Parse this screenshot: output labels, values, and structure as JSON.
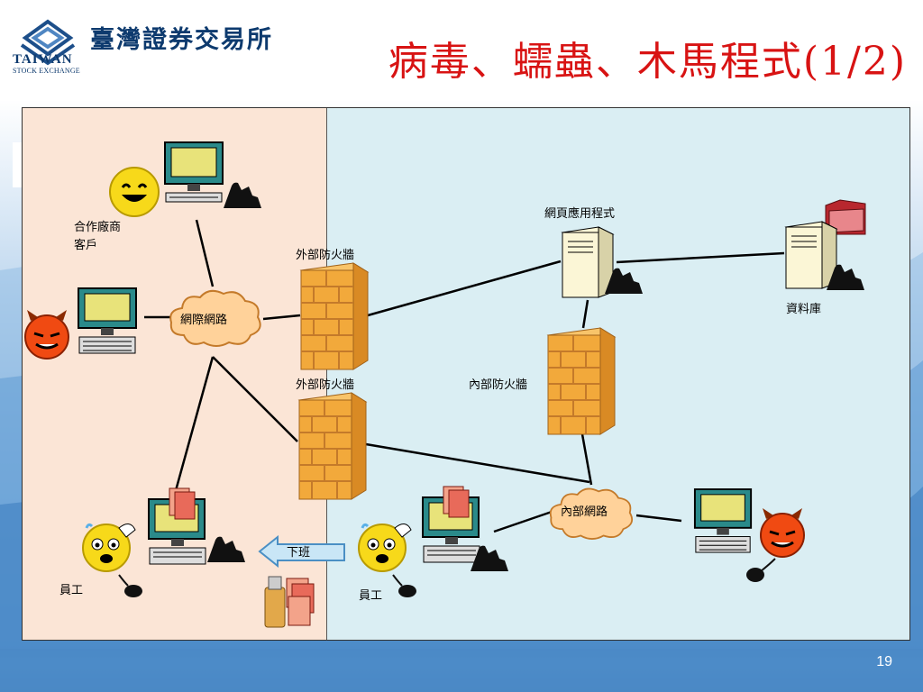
{
  "header": {
    "org_name": "臺灣證券交易所",
    "logo_main": "TAIWAN",
    "logo_sub": "STOCK EXCHANGE",
    "title": "病毒、蠕蟲、木馬程式(1/2)"
  },
  "labels": {
    "partner": "合作廠商",
    "customer": "客戶",
    "internet": "網際網路",
    "ext_fw_top": "外部防火牆",
    "ext_fw_bottom": "外部防火牆",
    "int_fw": "內部防火牆",
    "web_app": "網頁應用程式",
    "database": "資料庫",
    "intranet": "內部網路",
    "employee_left": "員工",
    "employee_right": "員工",
    "off_work": "下班"
  },
  "footer": {
    "page_number": "19"
  },
  "colors": {
    "title_red": "#d81313",
    "brand_blue": "#0d3a6e",
    "zone_external": "#fbe5d6",
    "zone_internal": "#daeef3",
    "firewall": "#f2a93b",
    "cloud": "#ffd29a"
  }
}
